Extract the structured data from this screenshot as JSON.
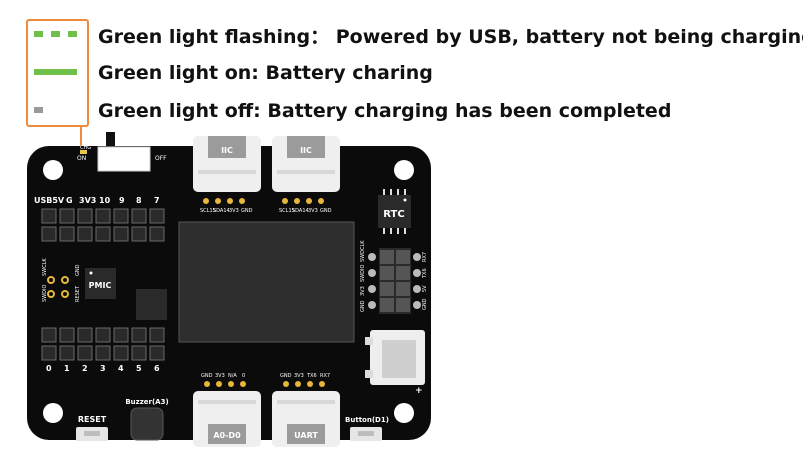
{
  "legend": {
    "flashing": "Green light flashing： Powered by USB, battery not being charging",
    "on": "Green light on: Battery charing",
    "off": "Green light off: Battery charging has been completed"
  },
  "colors": {
    "led_green": "#6fc04a",
    "led_off": "#9a9a9a",
    "callout": "#f08a3c",
    "board": "#0b0b0b"
  },
  "board": {
    "switch_on": "ON",
    "switch_off": "OFF",
    "switch_chg": "CHG",
    "iic_left": "IIC",
    "iic_right": "IIC",
    "iic_left_pins": [
      "SCL15",
      "SDA14",
      "3V3",
      "GND"
    ],
    "iic_right_pins": [
      "SCL15",
      "SDA14",
      "3V3",
      "GND"
    ],
    "rtc": "RTC",
    "pmic": "PMIC",
    "top_header": [
      "USB5V",
      "G",
      "3V3",
      "10",
      "9",
      "8",
      "7"
    ],
    "bottom_header": [
      "0",
      "1",
      "2",
      "3",
      "4",
      "5",
      "6"
    ],
    "swd_left_top": [
      "SWCLK",
      "GND"
    ],
    "swd_left_bottom": [
      "SWDIO",
      "RESET"
    ],
    "swd_right_left": [
      "SWDCLK",
      "SWDIO",
      "3V3",
      "GND"
    ],
    "swd_right_right": [
      "RX7",
      "TX6",
      "5V",
      "GND"
    ],
    "a0_pins": [
      "GND",
      "3V3",
      "N/A",
      "0"
    ],
    "uart_pins": [
      "GND",
      "3V3",
      "TX6",
      "RX7"
    ],
    "a0_label": "A0-D0",
    "uart_label": "UART",
    "reset": "RESET",
    "buzzer": "Buzzer(A3)",
    "button": "Button(D1)",
    "plus": "+"
  }
}
